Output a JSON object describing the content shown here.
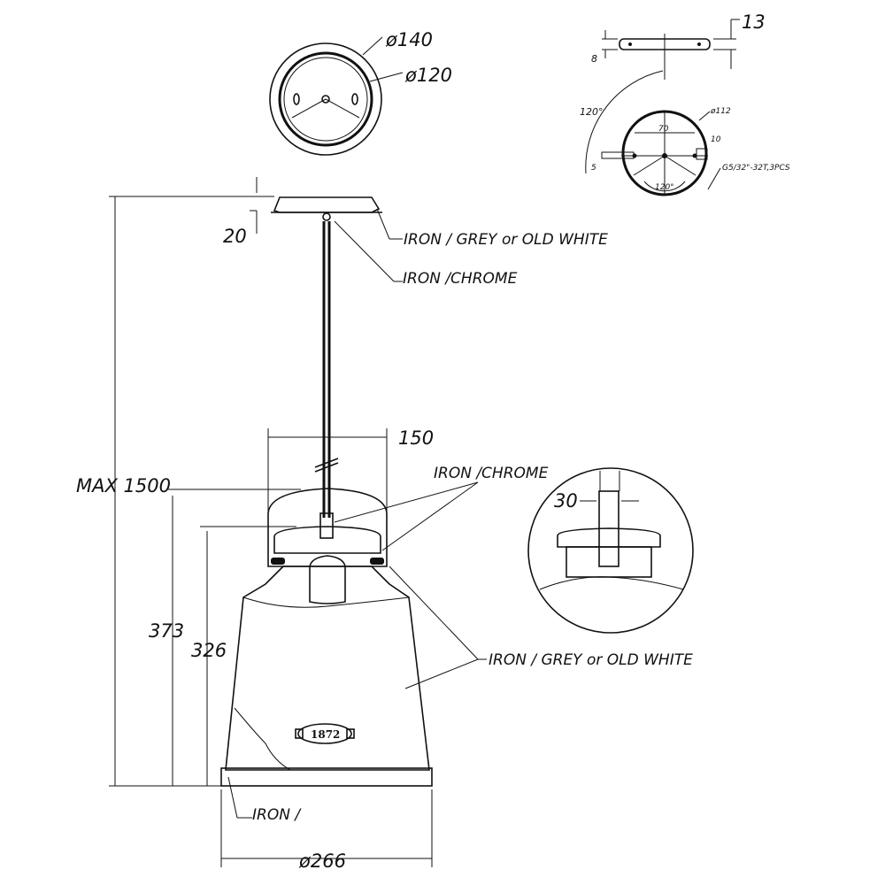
{
  "top_view": {
    "outer_diameter": "ø140",
    "inner_diameter": "ø120"
  },
  "mount_detail": {
    "thickness_13": "13",
    "thickness_8": "8",
    "angle_top": "120°",
    "angle_bottom": "120°",
    "diameter_112": "ø112",
    "spacing_70": "70",
    "offset_10": "10",
    "offset_5": "5",
    "screw_spec": "G5/32\"-32T,3PCS"
  },
  "elevation": {
    "canopy_height": "20",
    "canopy_material": "IRON / GREY or OLD WHITE",
    "rod_material": "IRON /CHROME",
    "collar_width": "150",
    "collar_material": "IRON /CHROME",
    "max_height": "MAX 1500",
    "height_373": "373",
    "height_326": "326",
    "shade_material": "IRON / GREY or OLD WHITE",
    "base_material": "IRON /",
    "base_diameter": "ø266",
    "badge_text": "1872"
  },
  "detail_view": {
    "socket_width": "30"
  }
}
